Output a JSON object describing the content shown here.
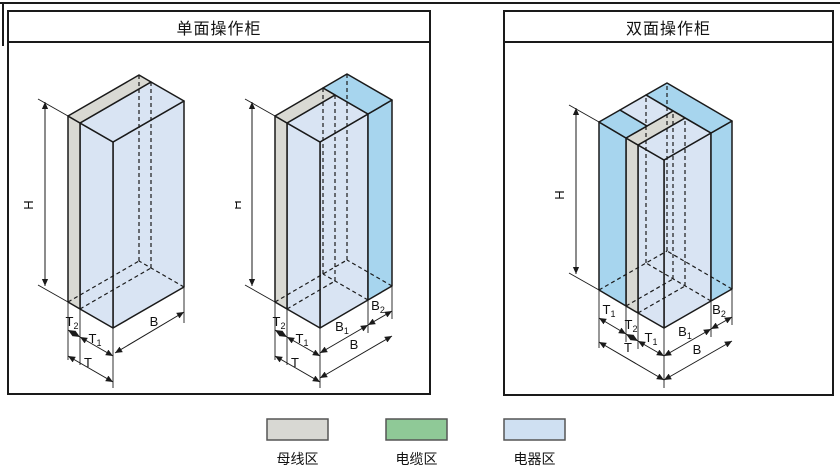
{
  "panels": {
    "left": {
      "title": "单面操作柜"
    },
    "right": {
      "title": "双面操作柜"
    }
  },
  "labels": {
    "H": "H",
    "T": "T",
    "B": "B",
    "T1": {
      "main": "T",
      "sub": "1"
    },
    "T2": {
      "main": "T",
      "sub": "2"
    },
    "B1": {
      "main": "B",
      "sub": "1"
    },
    "B2": {
      "main": "B",
      "sub": "2"
    }
  },
  "legend": {
    "items": [
      {
        "name": "busbar",
        "label": "母线区",
        "color": "#d8d8d3"
      },
      {
        "name": "cable",
        "label": "电缆区",
        "color": "#8fc997"
      },
      {
        "name": "electrical",
        "label": "电器区",
        "color": "#cfe0f2"
      }
    ]
  },
  "colors": {
    "outline": "#1a1a1a",
    "electrical_light": "#d9e4f3",
    "electrical_medium": "#a7d5ee",
    "busbar_gray": "#d9d9d3"
  }
}
